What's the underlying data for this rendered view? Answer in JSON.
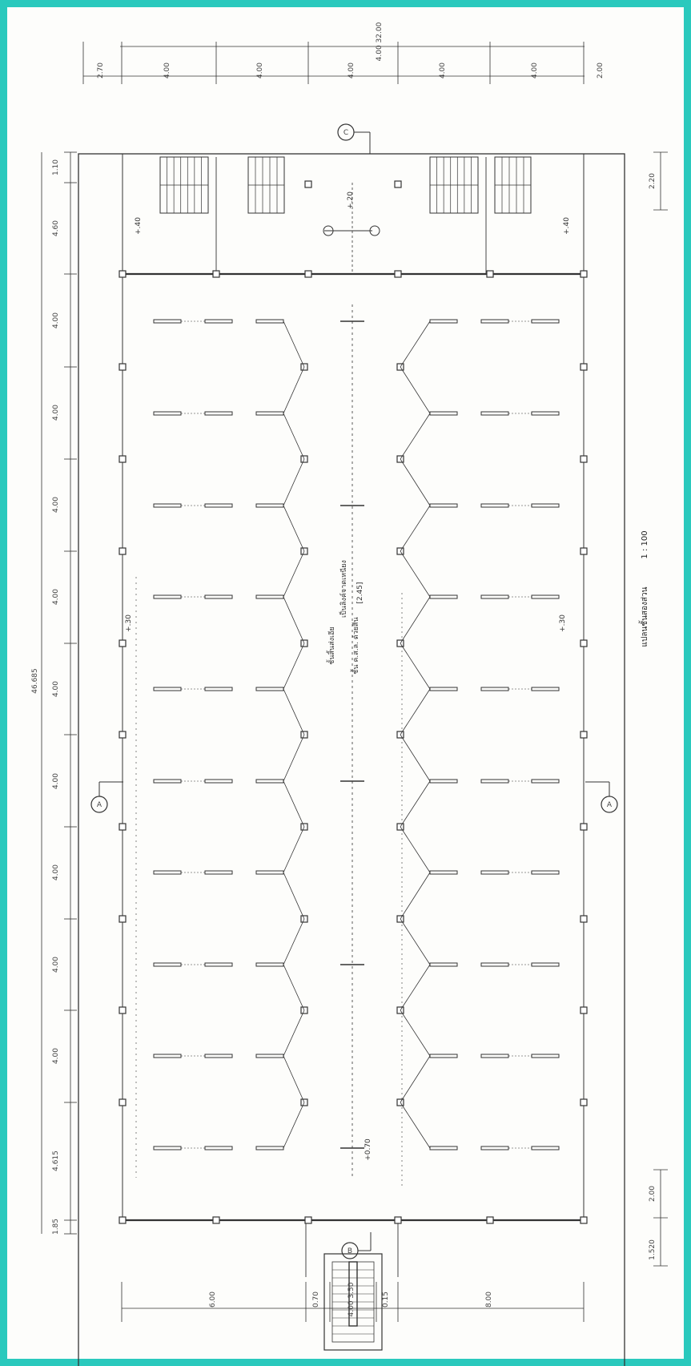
{
  "colors": {
    "frame": "#2ac9bd",
    "ink": "#333333",
    "paper": "#fdfdfb"
  },
  "dims": {
    "top": [
      "2.70",
      "4.00",
      "4.00",
      "4.00",
      "4.00",
      "4.00",
      "2.00"
    ],
    "top_total": "4.00 32.00",
    "left_total": "46.685",
    "left": [
      "1.10",
      "4.60",
      "4.00",
      "4.00",
      "4.00",
      "4.00",
      "4.00",
      "4.00",
      "4.00",
      "4.00",
      "4.00",
      "4.615",
      "1.85"
    ],
    "right": [
      "2.20",
      "2.00",
      "1.520"
    ],
    "bottom": [
      "6.00",
      "0.70",
      "4.00 3.50",
      "0.15",
      "8.00"
    ]
  },
  "markers": {
    "top": "C",
    "side": "A",
    "bottom": "B"
  },
  "notes": {
    "level_a": "+.40",
    "level_b": "+.40",
    "level_c": "+.20",
    "level_d": "+.30",
    "level_e": "+.30",
    "level_stair": "+0.70",
    "label_1": "ชั้นสิ้นส่งเอีย",
    "label_2": "เป็นลิงค์จาดเหนียง",
    "label_3": "ชั้น ค.ส.ล. ด้วยสีน",
    "label_4": "[2.45]"
  },
  "title": {
    "name": "แปลนชั้นสองส่วน",
    "scale": "1 : 100"
  }
}
